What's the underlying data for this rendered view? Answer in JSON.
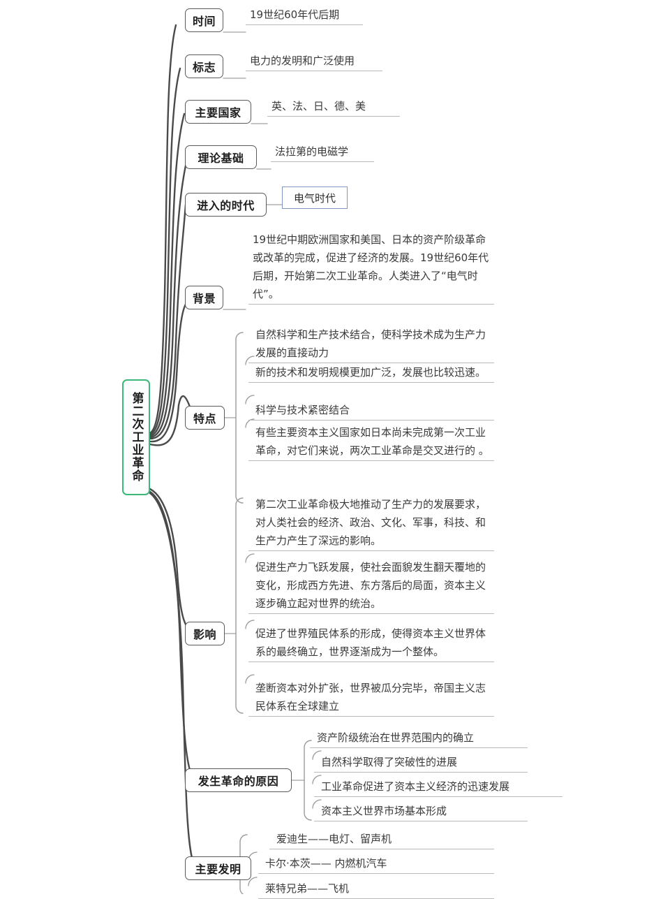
{
  "root": {
    "label": "第二次工业革命",
    "accent": "#3cb878"
  },
  "theme": {
    "line_color": "#4a4a4a",
    "rule_color": "#b9b9b9",
    "label_border": "#5a5a5a",
    "blue_border": "#8096c0",
    "text_color": "#3a3a3a"
  },
  "branches": [
    {
      "label": "时间",
      "style": "underline",
      "items": [
        "19世纪60年代后期"
      ]
    },
    {
      "label": "标志",
      "style": "underline",
      "items": [
        "电力的发明和广泛使用"
      ]
    },
    {
      "label": "主要国家",
      "style": "underline",
      "items": [
        "英、法、日、德、美"
      ]
    },
    {
      "label": "理论基础",
      "style": "underline",
      "items": [
        "法拉第的电磁学"
      ]
    },
    {
      "label": "进入的时代",
      "style": "box",
      "items": [
        "电气时代"
      ]
    },
    {
      "label": "背景",
      "style": "paragraph",
      "items": [
        "19世纪中期欧洲国家和美国、日本的资产阶级革命或改革的完成，促进了经济的发展。19世纪60年代后期，开始第二次工业革命。人类进入了“电气时代”。"
      ]
    },
    {
      "label": "特点",
      "style": "bracket",
      "items": [
        "自然科学和生产技术结合，使科学技术成为生产力发展的直接动力",
        "新的技术和发明规模更加广泛，发展也比较迅速。",
        "科学与技术紧密结合",
        "有些主要资本主义国家如日本尚未完成第一次工业革命，对它们来说，两次工业革命是交叉进行的 。"
      ]
    },
    {
      "label": "影响",
      "style": "bracket",
      "items": [
        "第二次工业革命极大地推动了生产力的发展要求，对人类社会的经济、政治、文化、军事，科技、和生产力产生了深远的影响。",
        "促进生产力飞跃发展，使社会面貌发生翻天覆地的变化，形成西方先进、东方落后的局面，资本主义逐步确立起对世界的统治。",
        "促进了世界殖民体系的形成，使得资本主义世界体系的最终确立，世界逐渐成为一个整体。",
        "垄断资本对外扩张，世界被瓜分完毕，帝国主义志民体系在全球建立"
      ]
    },
    {
      "label": "发生革命的原因",
      "style": "bracket",
      "items": [
        "资产阶级统治在世界范围内的确立",
        "自然科学取得了突破性的进展",
        "工业革命促进了资本主义经济的迅速发展",
        "资本主义世界市场基本形成"
      ]
    },
    {
      "label": "主要发明",
      "style": "bracket",
      "items": [
        "爱迪生——电灯、留声机",
        "卡尔·本茨—— 内燃机汽车",
        "莱特兄弟——飞机"
      ]
    }
  ]
}
